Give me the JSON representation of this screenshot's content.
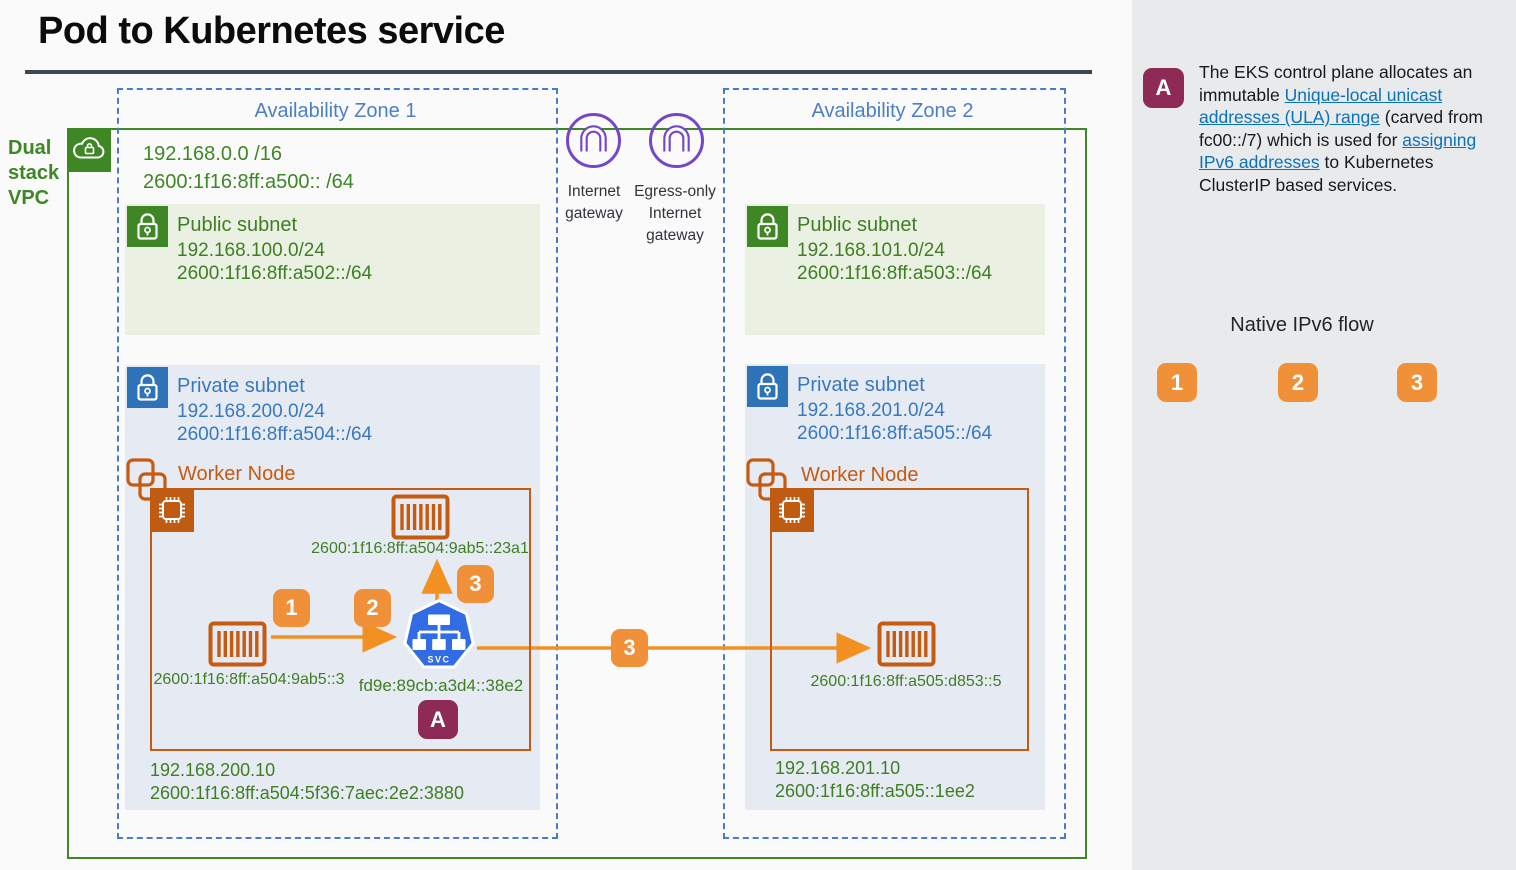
{
  "colors": {
    "aws_green": "#3F8624",
    "green_text": "#3F7E23",
    "subnet_green_bg": "#EAF1E3",
    "private_blue": "#2E73B8",
    "blue_text": "#3879BE",
    "subnet_blue_bg": "#E6EBF3",
    "az_border": "#4A7CC0",
    "orange": "#C55A11",
    "badge_orange": "#F0913A",
    "arrow_orange": "#F29122",
    "k8s_blue": "#326CE5",
    "maroon": "#8D2B56",
    "gateway_purple": "#7447C9",
    "link_blue": "#0A72BB",
    "sidebar_bg": "#E9EAEB"
  },
  "header": {
    "title": "Pod to Kubernetes service"
  },
  "vpc": {
    "label": "Dual stack VPC",
    "cidr4": "192.168.0.0 /16",
    "cidr6": "2600:1f16:8ff:a500:: /64"
  },
  "gateways": {
    "internet": "Internet gateway",
    "egress": "Egress-only Internet gateway"
  },
  "az1": {
    "label": "Availability Zone 1",
    "public_subnet": {
      "title": "Public subnet",
      "cidr4": "192.168.100.0/24",
      "cidr6": "2600:1f16:8ff:a502::/64"
    },
    "private_subnet": {
      "title": "Private subnet",
      "cidr4": "192.168.200.0/24",
      "cidr6": "2600:1f16:8ff:a504::/64"
    },
    "worker": {
      "title": "Worker Node",
      "pod_top_ip": "2600:1f16:8ff:a504:9ab5::23a1",
      "pod_left_ip": "2600:1f16:8ff:a504:9ab5::3",
      "service_label": "SVC",
      "service_ip": "fd9e:89cb:a3d4::38e2",
      "badge_a": "A",
      "step1": "1",
      "step2": "2",
      "step3_up": "3",
      "step3_right": "3"
    },
    "node_ip4": "192.168.200.10",
    "node_ip6": "2600:1f16:8ff:a504:5f36:7aec:2e2:3880"
  },
  "az2": {
    "label": "Availability Zone 2",
    "public_subnet": {
      "title": "Public subnet",
      "cidr4": "192.168.101.0/24",
      "cidr6": "2600:1f16:8ff:a503::/64"
    },
    "private_subnet": {
      "title": "Private subnet",
      "cidr4": "192.168.201.0/24",
      "cidr6": "2600:1f16:8ff:a505::/64"
    },
    "worker": {
      "title": "Worker Node",
      "pod_ip": "2600:1f16:8ff:a505:d853::5"
    },
    "node_ip4": "192.168.201.10",
    "node_ip6": "2600:1f16:8ff:a505::1ee2"
  },
  "sidebar": {
    "badge_a": "A",
    "note": {
      "t1": "The EKS control plane allocates an immutable ",
      "link1": "Unique-local unicast addresses (ULA) range",
      "t2": " (carved from fc00::/7) which is used for ",
      "link2": "assigning IPv6 addresses",
      "t3": " to Kubernetes ClusterIP based services."
    },
    "flow": {
      "title": "Native IPv6 flow",
      "step1": "1",
      "step2": "2",
      "step3": "3"
    }
  }
}
